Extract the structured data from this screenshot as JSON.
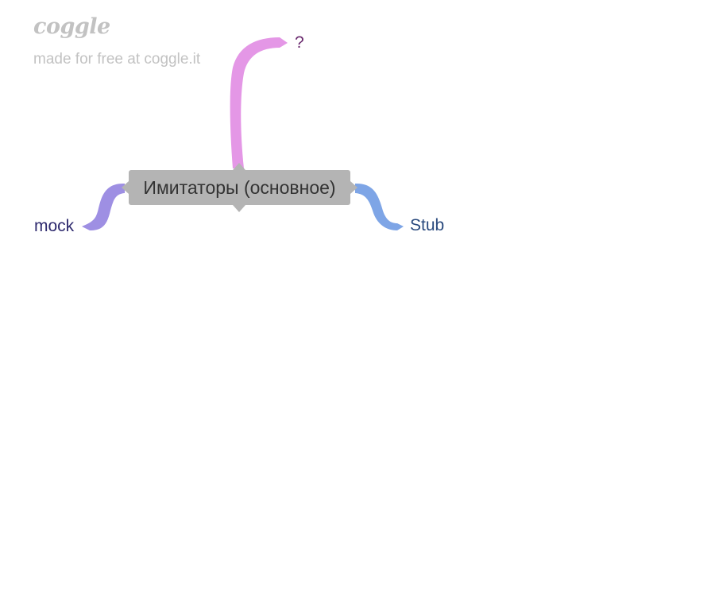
{
  "watermark": {
    "logo": "coggle",
    "tagline": "made for free at coggle.it"
  },
  "root": {
    "label": "Имитаторы (основное)"
  },
  "branches": [
    {
      "id": "question",
      "label": "?",
      "color": "#e497e6",
      "text_color": "#6a2a6e"
    },
    {
      "id": "mock",
      "label": "mock",
      "color": "#9e8fe3",
      "text_color": "#2e2a6e"
    },
    {
      "id": "stub",
      "label": "Stub",
      "color": "#7ea5e6",
      "text_color": "#2a4a7e"
    }
  ]
}
